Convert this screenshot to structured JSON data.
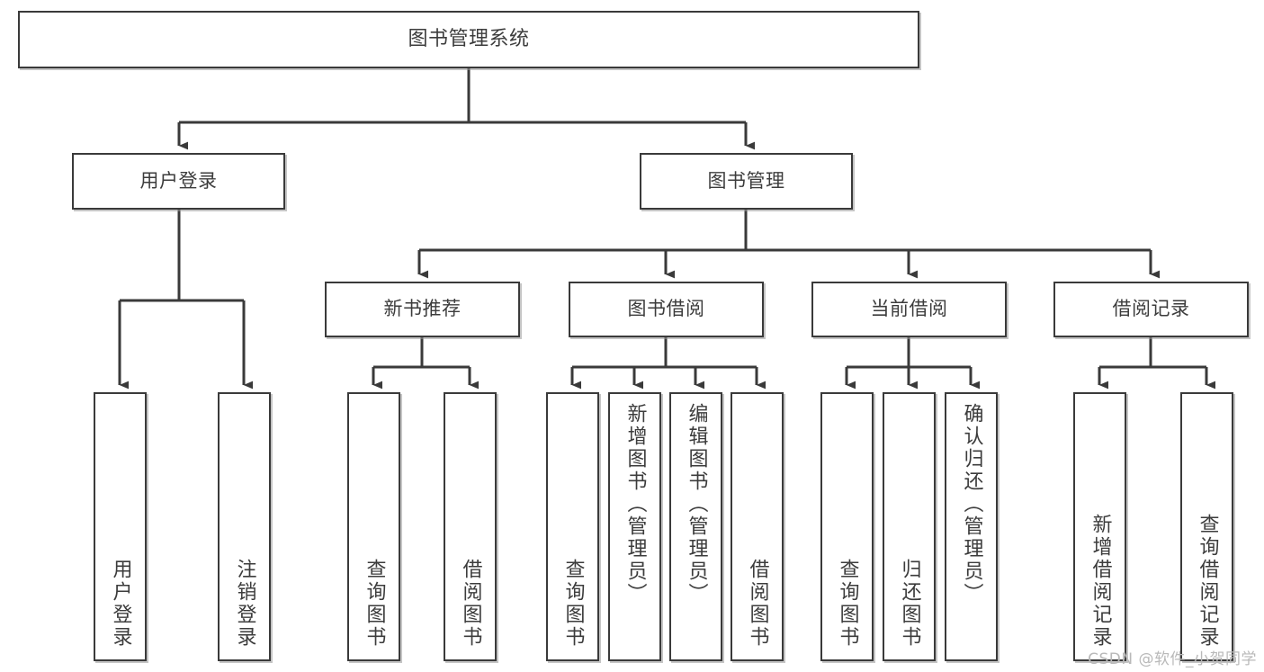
{
  "diagram": {
    "title": "图书管理系统",
    "type": "tree",
    "root": {
      "id": "root",
      "label": "图书管理系统"
    },
    "level2": [
      {
        "id": "user-login",
        "label": "用户登录"
      },
      {
        "id": "book-manage",
        "label": "图书管理"
      }
    ],
    "level3": [
      {
        "id": "new-book-recommend",
        "label": "新书推荐",
        "parent": "book-manage"
      },
      {
        "id": "book-borrow",
        "label": "图书借阅",
        "parent": "book-manage"
      },
      {
        "id": "current-borrow",
        "label": "当前借阅",
        "parent": "book-manage"
      },
      {
        "id": "borrow-record",
        "label": "借阅记录",
        "parent": "book-manage"
      }
    ],
    "leaves": {
      "user_login": [
        {
          "id": "leaf-user-login",
          "label": "用户登录"
        },
        {
          "id": "leaf-user-logout",
          "label": "注销登录"
        }
      ],
      "new_book_recommend": [
        {
          "id": "leaf-query-book-1",
          "label": "查询图书"
        },
        {
          "id": "leaf-borrow-book-1",
          "label": "借阅图书"
        }
      ],
      "book_borrow": [
        {
          "id": "leaf-query-book-2",
          "label": "查询图书"
        },
        {
          "id": "leaf-add-book",
          "label": "新增图书（管理员）"
        },
        {
          "id": "leaf-edit-book",
          "label": "编辑图书（管理员）"
        },
        {
          "id": "leaf-borrow-book-2",
          "label": "借阅图书"
        }
      ],
      "current_borrow": [
        {
          "id": "leaf-query-book-3",
          "label": "查询图书"
        },
        {
          "id": "leaf-return-book",
          "label": "归还图书"
        },
        {
          "id": "leaf-confirm-return",
          "label": "确认归还（管理员）"
        }
      ],
      "borrow_record": [
        {
          "id": "leaf-add-record",
          "label": "新增借阅记录"
        },
        {
          "id": "leaf-query-record",
          "label": "查询借阅记录"
        }
      ]
    },
    "colors": {
      "stroke": "#3a3a3a",
      "text": "#3c3c3c",
      "background": "#ffffff",
      "shadow": "#969696",
      "watermark": "#b9b9b9"
    }
  },
  "watermark": {
    "text": "CSDN @软件_小贺同学"
  }
}
